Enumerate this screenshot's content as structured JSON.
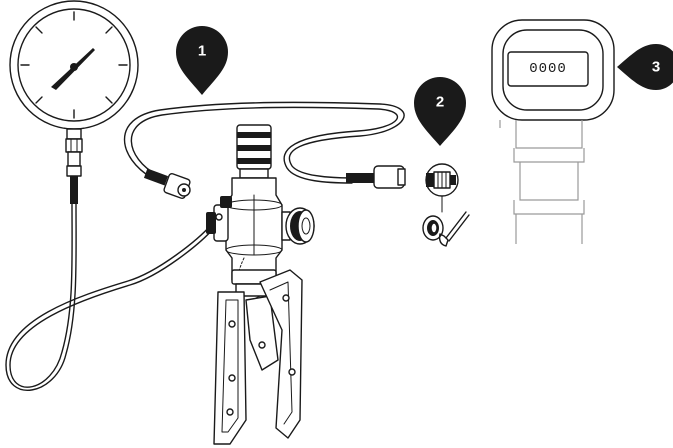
{
  "callouts": [
    {
      "id": "1",
      "label": "1"
    },
    {
      "id": "2",
      "label": "2"
    },
    {
      "id": "3",
      "label": "3"
    }
  ],
  "transmitter": {
    "display": "0000"
  }
}
